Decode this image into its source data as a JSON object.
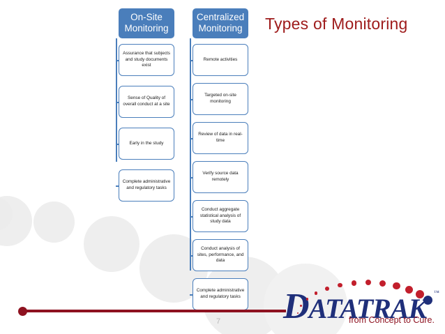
{
  "slide": {
    "title": "Types of Monitoring",
    "page_number": "7",
    "accent_red": "#8e1220",
    "title_red": "#9e1b1b",
    "box_blue": "#4a7ebb",
    "logo_navy": "#1f2f7a",
    "logo_red": "#c21f2c",
    "background": "#ffffff"
  },
  "diagram": {
    "columns": [
      {
        "id": "on-site",
        "header_line1": "On-Site",
        "header_line2": "Monitoring",
        "items": [
          {
            "label": "Assurance that subjects and study documents exist"
          },
          {
            "label": "Sense of Quality of overall conduct at a site"
          },
          {
            "label": "Early in the study"
          },
          {
            "label": "Complete administrative and regulatory tasks"
          }
        ]
      },
      {
        "id": "centralized",
        "header_line1": "Centralized",
        "header_line2": "Monitoring",
        "items": [
          {
            "label": "Remote activities"
          },
          {
            "label": "Targeted on-site monitoring"
          },
          {
            "label": "Review of data in real-time"
          },
          {
            "label": "Verify source data remotely"
          },
          {
            "label": "Conduct aggregate statistical analysis of study data"
          },
          {
            "label": "Conduct analysis of sites, performance, and data"
          },
          {
            "label": "Complete administrative and regulatory tasks"
          }
        ]
      }
    ]
  },
  "logo": {
    "wordmark_initial": "D",
    "wordmark_rest": "ATATRAK",
    "trademark": "™",
    "tagline": "from Concept to Cure."
  }
}
